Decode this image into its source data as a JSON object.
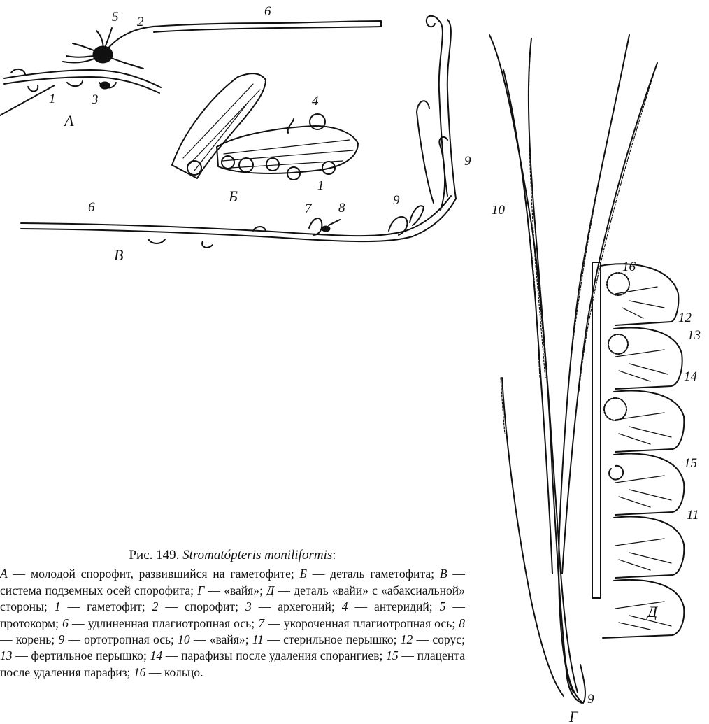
{
  "figure": {
    "panels": {
      "A": "А",
      "B": "Б",
      "V": "В",
      "G": "Г",
      "D": "Д"
    },
    "numbers": [
      "1",
      "2",
      "3",
      "4",
      "5",
      "6",
      "7",
      "8",
      "9",
      "10",
      "11",
      "12",
      "13",
      "14",
      "15",
      "16"
    ]
  },
  "caption": {
    "prefix": "Рис. 149. ",
    "species": "Stromatópteris moniliformis",
    "suffix": ":",
    "legend": [
      {
        "key": "А",
        "text": " — молодой спорофит, развившийся на гаметофите; "
      },
      {
        "key": "Б",
        "text": " — деталь гаметофита; "
      },
      {
        "key": "В",
        "text": " — система подземных осей спорофита; "
      },
      {
        "key": "Г",
        "text": " — «вайя»; "
      },
      {
        "key": "Д",
        "text": " — деталь «вайи» с «абаксиальной» стороны; "
      },
      {
        "key": "1",
        "text": " — гаметофит; "
      },
      {
        "key": "2",
        "text": " — спорофит; "
      },
      {
        "key": "3",
        "text": " — архегоний; "
      },
      {
        "key": "4",
        "text": " — антеридий; "
      },
      {
        "key": "5",
        "text": " — протокорм; "
      },
      {
        "key": "6",
        "text": " — удлиненная плагиотропная ось; "
      },
      {
        "key": "7",
        "text": " — укороченная плагиотропная ось; "
      },
      {
        "key": "8",
        "text": " — корень; "
      },
      {
        "key": "9",
        "text": " — ортотропная ось; "
      },
      {
        "key": "10",
        "text": " — «вайя»; "
      },
      {
        "key": "11",
        "text": " — стерильное перышко; "
      },
      {
        "key": "12",
        "text": " — сорус; "
      },
      {
        "key": "13",
        "text": " — фертильное перышко; "
      },
      {
        "key": "14",
        "text": " — парафизы после удаления спорангиев; "
      },
      {
        "key": "15",
        "text": " — плацента после удаления парафиз; "
      },
      {
        "key": "16",
        "text": " — кольцо."
      }
    ]
  }
}
